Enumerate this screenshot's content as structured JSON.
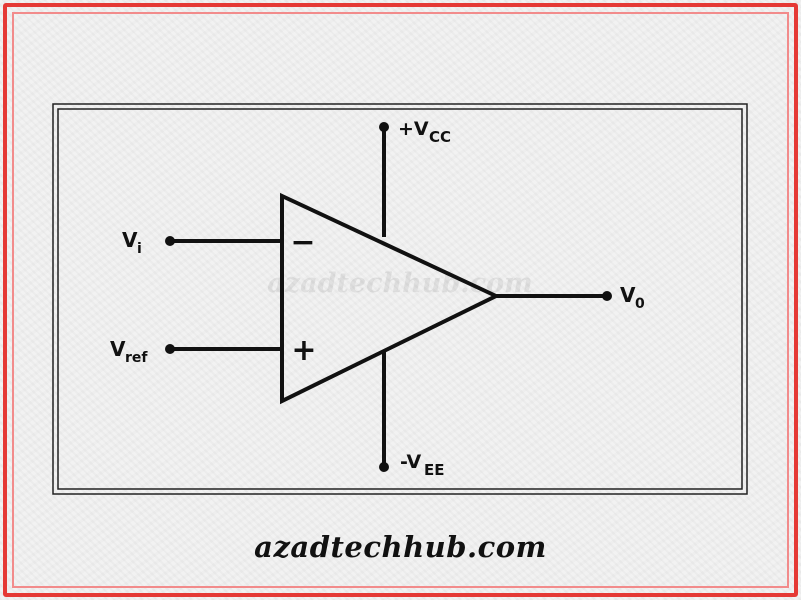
{
  "diagram": {
    "labels": {
      "vcc_main": "+V",
      "vcc_sub": "CC",
      "vee_main": "-V",
      "vee_sub": "EE",
      "vi_main": "V",
      "vi_sub": "i",
      "vref_main": "V",
      "vref_sub": "ref",
      "vo_main": "V",
      "vo_sub": "0",
      "minus_sign": "−",
      "plus_sign": "+"
    },
    "watermark": "azadtechhub.com"
  },
  "caption": "azadtechhub.com",
  "colors": {
    "frame_outer": "#e53935",
    "frame_inner": "#f28b8b",
    "ink": "#111111"
  }
}
